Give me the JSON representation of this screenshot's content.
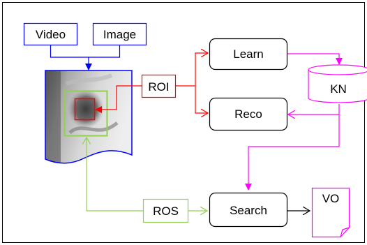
{
  "nodes": {
    "video": "Video",
    "image": "Image",
    "roi": "ROI",
    "learn": "Learn",
    "reco": "Reco",
    "kn": "KN",
    "ros": "ROS",
    "search": "Search",
    "vo": "VO"
  },
  "colors": {
    "blue": "#0000ff",
    "red": "#ff0000",
    "green": "#92d050",
    "magenta": "#ff00ff",
    "black": "#000000"
  }
}
